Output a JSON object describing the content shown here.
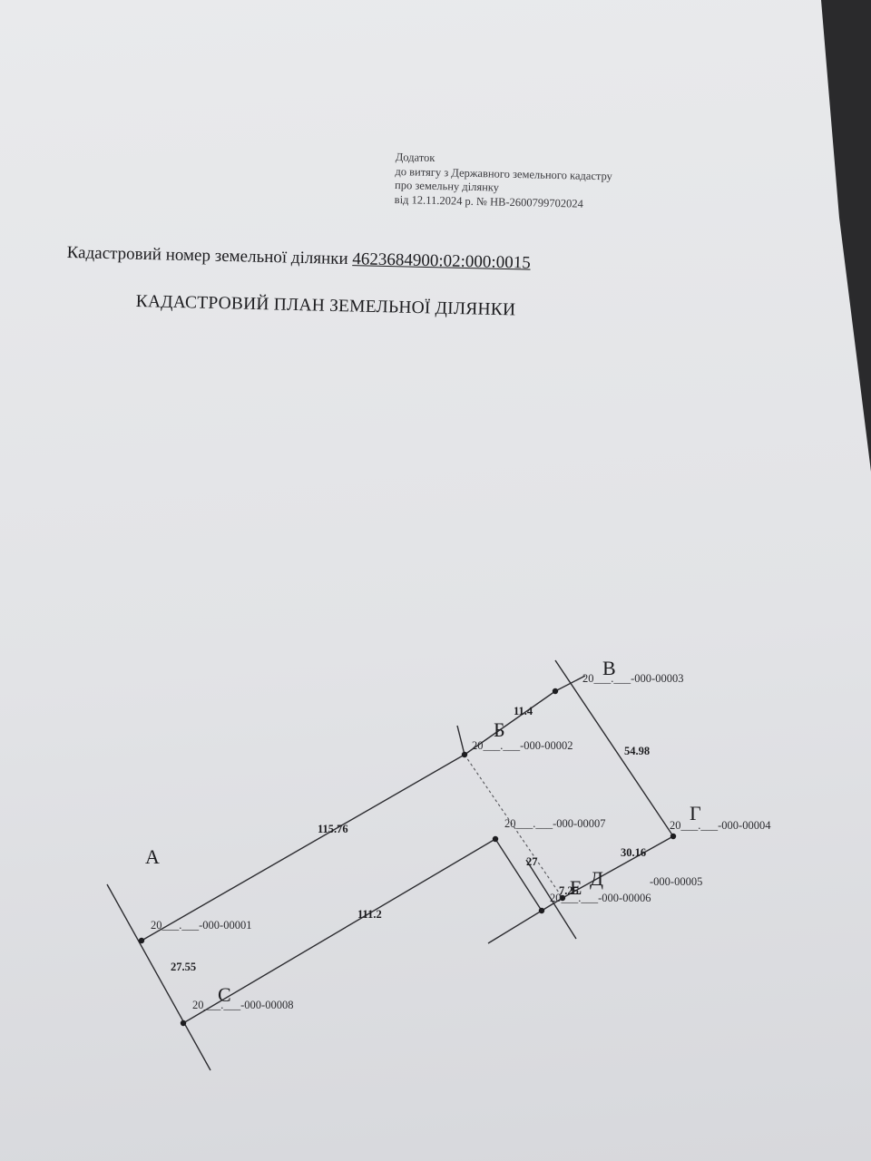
{
  "addendum": {
    "line1": "Додаток",
    "line2": "до витягу з Державного земельного кадастру",
    "line3": "про земельну ділянку",
    "line4": "від 12.11.2024 р. № НВ-2600799702024"
  },
  "header": {
    "cadastral_label": "Кадастровий номер земельної ділянки",
    "cadastral_number": "4623684900:02:000:0015",
    "title": "КАДАСТРОВИЙ ПЛАН ЗЕМЕЛЬНОЇ ДІЛЯНКИ"
  },
  "plan": {
    "points": {
      "a": {
        "letter": "А",
        "code": "20___.___-000-00001"
      },
      "b": {
        "letter": "Б",
        "code": "20___.___-000-00002"
      },
      "v": {
        "letter": "В",
        "code": "20___.___-000-00003"
      },
      "g": {
        "letter": "Г",
        "code": "20___.___-000-00004"
      },
      "d": {
        "letter": "Д",
        "code": "-000-00005"
      },
      "e": {
        "letter": "Е",
        "code": "20___.___-000-00006"
      },
      "zh": {
        "code": "20___.___-000-00007"
      },
      "s": {
        "letter": "С",
        "code": "20___.___-000-00008"
      }
    },
    "lengths": {
      "ab": "115.76",
      "bv": "11.4",
      "vg": "54.98",
      "gd": "30.16",
      "de": "7.25",
      "ezh": "27",
      "zhs": "111.2",
      "sa": "27.55"
    }
  }
}
